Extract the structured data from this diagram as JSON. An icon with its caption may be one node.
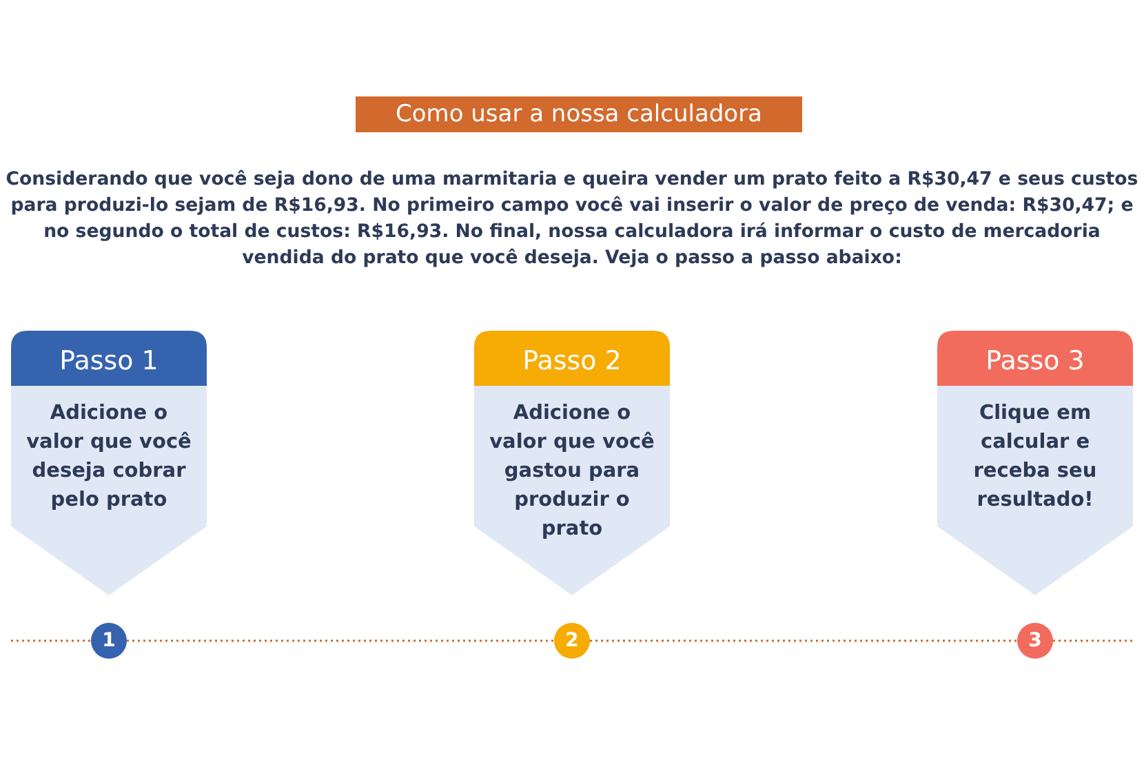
{
  "diagram": {
    "title": "Como usar a nossa calculadora",
    "nodes": [
      {
        "text": [
          "Passo 1",
          "Adicione o valor que você deseja cobrar pelo prato"
        ]
      },
      {
        "text": [
          "Passo 2",
          "Adicione o valor que você gastou para produzir o prato"
        ]
      },
      {
        "text": [
          "Passo 3",
          "Clique em calcular e receba seu resultado!"
        ]
      },
      {
        "text": [
          "1"
        ]
      },
      {
        "text": [
          "2"
        ]
      },
      {
        "text": [
          "3"
        ]
      }
    ],
    "edges": [
      {
        "from": null,
        "to": 3,
        "arrow": "none",
        "style": "dashed"
      },
      {
        "from": 3,
        "to": 4,
        "arrow": "none",
        "style": "dashed"
      },
      {
        "from": 4,
        "to": 5,
        "arrow": "none",
        "style": "dashed"
      },
      {
        "from": 5,
        "to": null,
        "arrow": "none",
        "style": "dashed"
      }
    ],
    "labels": [
      "Considerando que você seja dono de uma marmitaria e queira vender um prato feito a R$30,47 e seus custos para produzi-lo sejam de R$16,93. No primeiro campo você vai inserir o valor de preço de venda: R$30,47; e no segundo o total de custos: R$16,93. No final, nossa calculadora irá informar o custo de mercadoria vendida do prato que você deseja. Veja o passo a passo abaixo:"
    ]
  }
}
